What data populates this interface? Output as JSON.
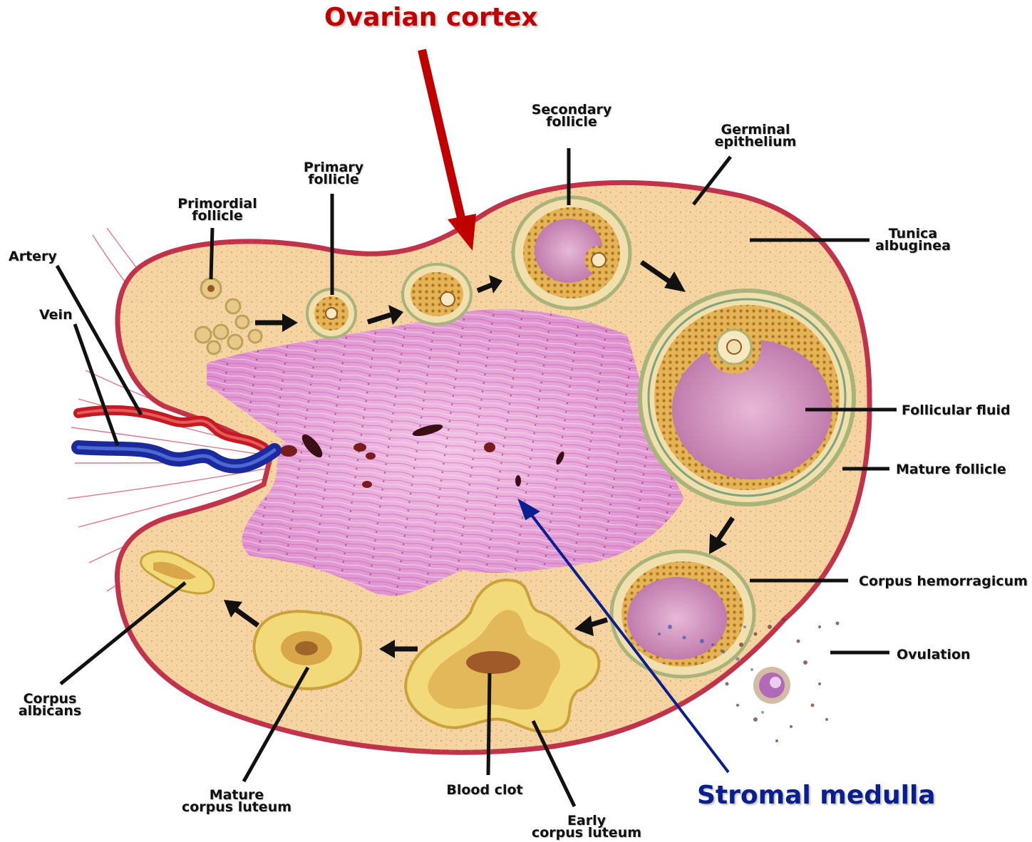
{
  "colors": {
    "cortex": "#c00000",
    "medulla": "#0a1f8f",
    "capsule": "#c1334a",
    "tissue": "#f5d4a2",
    "stroma": "#e59ad6",
    "follicle_fluid": "#c97cb4",
    "granulosa": "#d9a64a",
    "artery": "#c41a22",
    "vein": "#1a2a9c"
  },
  "titles": {
    "ovarian_cortex": "Ovarian cortex",
    "stromal_medulla": "Stromal medulla"
  },
  "labels": {
    "artery": "Artery",
    "vein": "Vein",
    "primordial_follicle": [
      "Primordial",
      "follicle"
    ],
    "primary_follicle": [
      "Primary",
      "follicle"
    ],
    "secondary_follicle": [
      "Secondary",
      "follicle"
    ],
    "germinal_epithelium": [
      "Germinal",
      "epithelium"
    ],
    "tunica_albuginea": [
      "Tunica",
      "albuginea"
    ],
    "follicular_fluid": "Follicular fluid",
    "mature_follicle": "Mature follicle",
    "corpus_hemorragicum": "Corpus hemorragicum",
    "ovulation": "Ovulation",
    "corpus_albicans": [
      "Corpus",
      "albicans"
    ],
    "mature_corpus_luteum": [
      "Mature",
      "corpus luteum"
    ],
    "blood_clot": "Blood clot",
    "early_corpus_luteum": [
      "Early",
      "corpus luteum"
    ]
  }
}
